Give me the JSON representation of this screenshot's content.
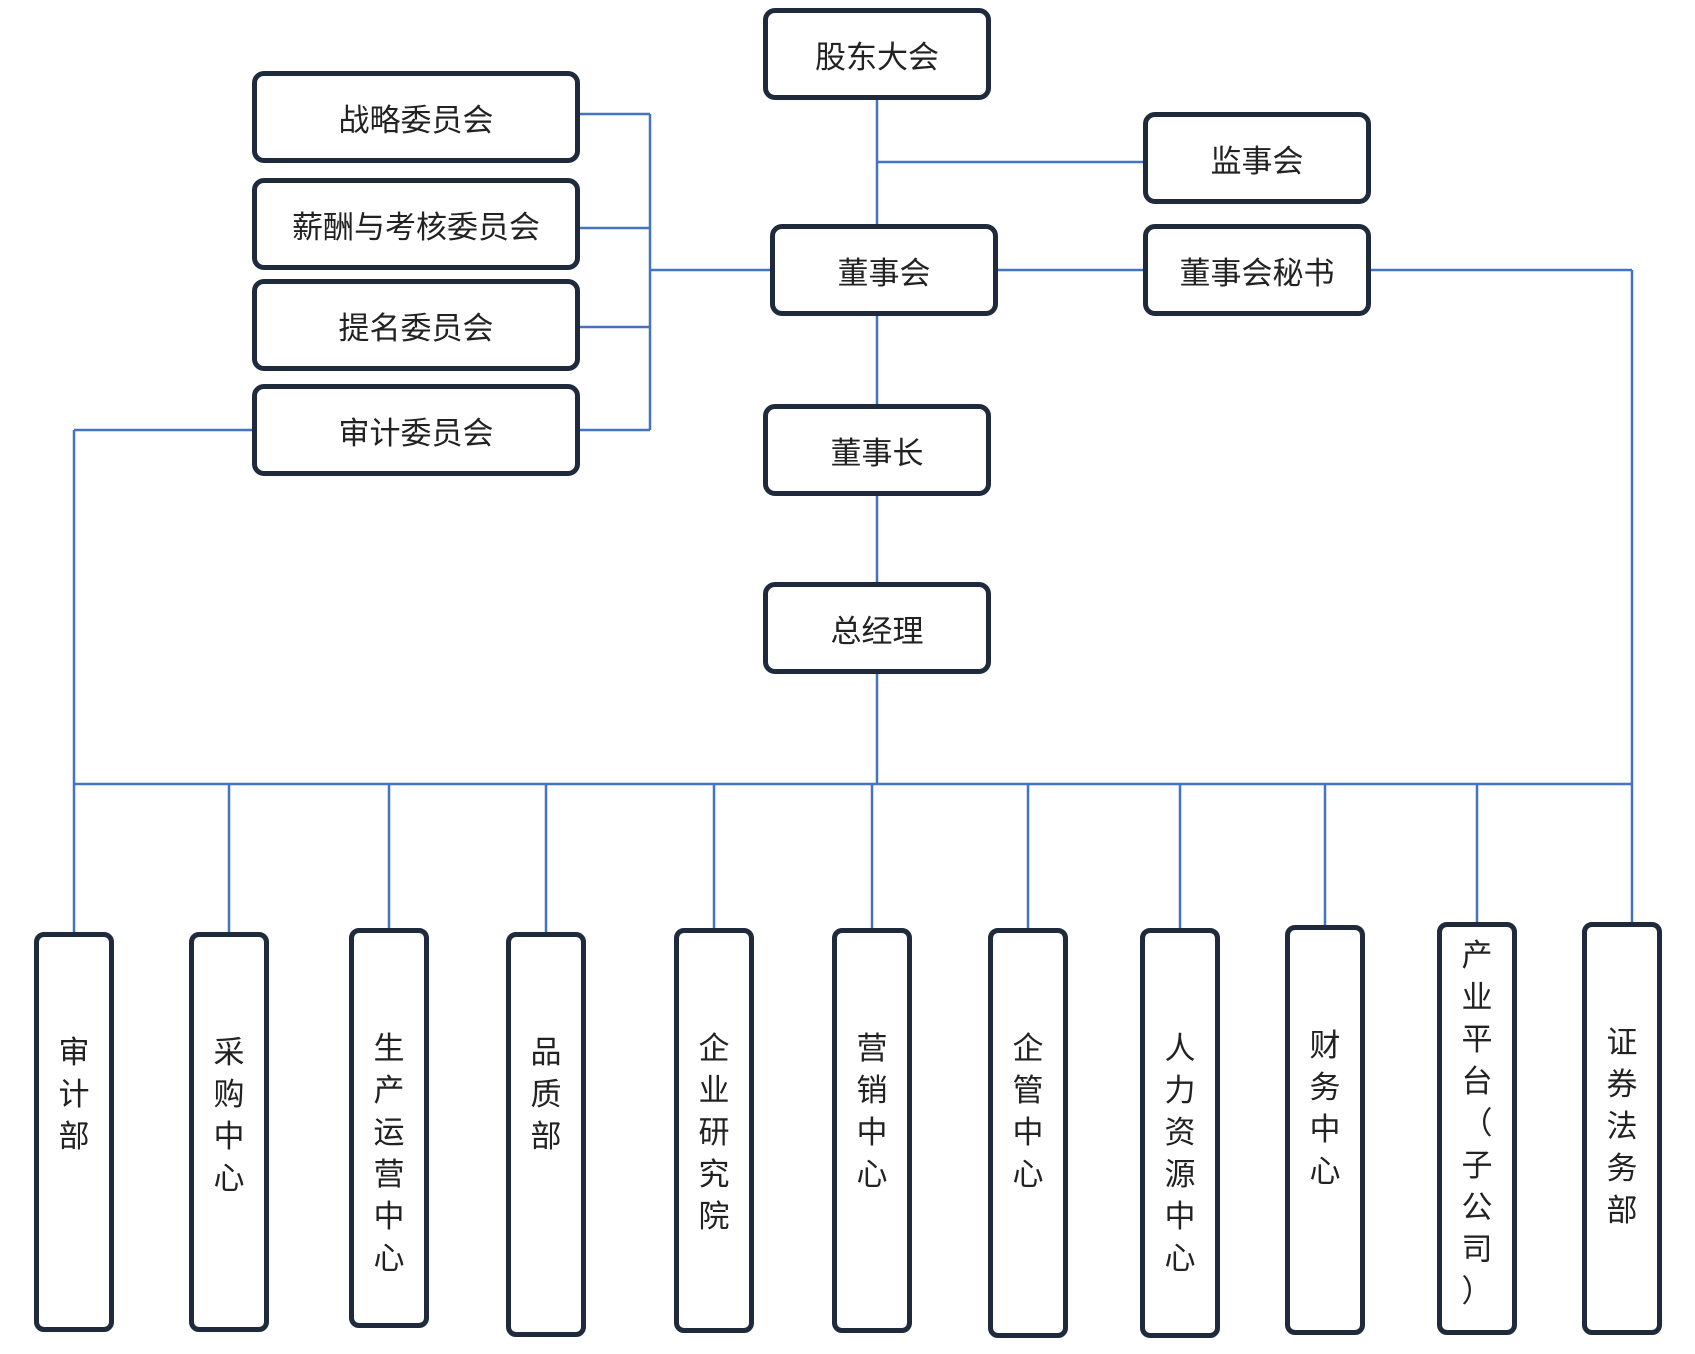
{
  "diagram": {
    "line_color": "#4472c4",
    "box_border_color": "#1f2b3d",
    "top": {
      "shareholders": "股东大会",
      "supervisors": "监事会",
      "board": "董事会",
      "board_secretary": "董事会秘书",
      "chairman": "董事长",
      "general_manager": "总经理"
    },
    "committees": [
      "战略委员会",
      "薪酬与考核委员会",
      "提名委员会",
      "审计委员会"
    ],
    "departments": [
      "审计部",
      "采购中心",
      "生产运营中心",
      "品质部",
      "企业研究院",
      "营销中心",
      "企管中心",
      "人力资源中心",
      "财务中心",
      "产业平台（子公司）",
      "证券法务部"
    ]
  }
}
